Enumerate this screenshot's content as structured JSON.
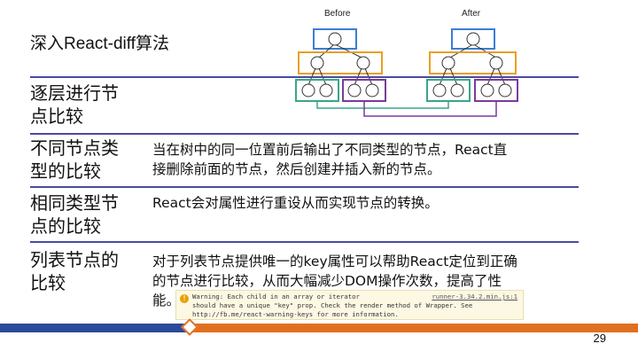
{
  "title": "深入React-diff算法",
  "diagram": {
    "before_label": "Before",
    "after_label": "After"
  },
  "rows": [
    {
      "label": [
        "逐层进行节",
        "点比较"
      ],
      "desc": []
    },
    {
      "label": [
        "不同节点类",
        "型的比较"
      ],
      "desc": [
        "当在树中的同一位置前后输出了不同类型的节点，React直",
        "接删除前面的节点，然后创建并插入新的节点。"
      ]
    },
    {
      "label": [
        "相同类型节",
        "点的比较"
      ],
      "desc": [
        "React会对属性进行重设从而实现节点的转换。"
      ]
    },
    {
      "label": [
        "列表节点的",
        "比较"
      ],
      "desc": [
        "对于列表节点提供唯一的key属性可以帮助React定位到正确",
        "的节点进行比较，从而大幅减少DOM操作次数，提高了性",
        "能。"
      ]
    }
  ],
  "warning": {
    "lines": [
      "Warning: Each child in an array or iterator",
      "should have a unique \"key\" prop. Check the render method of Wrapper. See",
      "http://fb.me/react-warning-keys for more information."
    ],
    "source": "runner-3.34.2.min.js:1"
  },
  "colors": {
    "blue": "#3b7dd8",
    "orange": "#e8a020",
    "green": "#3aa58a",
    "purple": "#7a3b9a",
    "rule": "#4a4aa0"
  },
  "page_number": "29"
}
